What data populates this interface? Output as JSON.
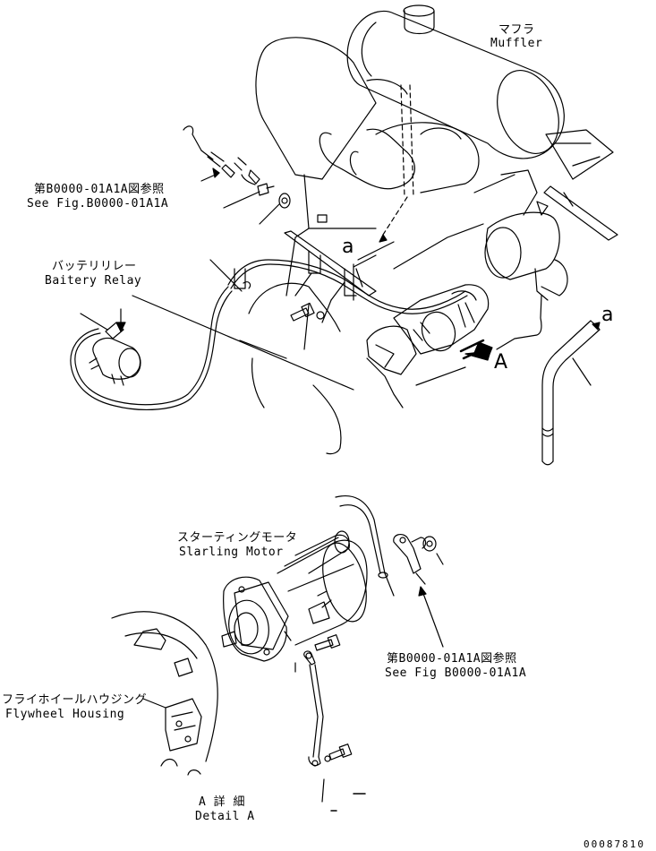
{
  "labels": {
    "muffler_jp": "マフラ",
    "muffler_en": "Muffler",
    "ref_top_jp": "第B0000-01A1A図参照",
    "ref_top_en": "See Fig.B0000-01A1A",
    "relay_jp": "バッテリリレー",
    "relay_en": "Baitery Relay",
    "marker_a_top": "a",
    "marker_a_right": "a",
    "view_arrow": "A",
    "starter_jp": "スターティングモータ",
    "starter_en": "Slarling Motor",
    "ref_bottom_jp": "第B0000-01A1A図参照",
    "ref_bottom_en": "See Fig B0000-01A1A",
    "flywheel_jp": "フライホイールハウジング",
    "flywheel_en": "Flywheel Housing",
    "detail_jp": "A 詳 細",
    "detail_en": "Detail A",
    "drawing_code": "00087810"
  }
}
